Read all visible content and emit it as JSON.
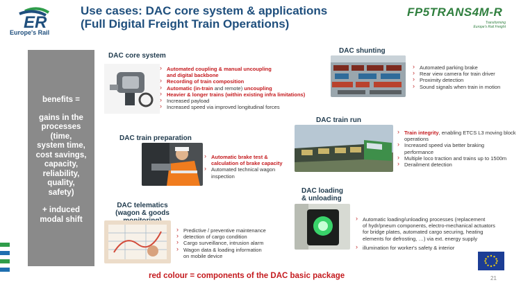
{
  "header": {
    "title_line1": "Use cases: DAC core system & applications",
    "title_line2": "(Full Digital Freight Train Operations)",
    "left_logo_text": "Europe's Rail",
    "right_logo_text": "FP5TRANS4M-R",
    "right_logo_sub1": "Transforming",
    "right_logo_sub2": "Europe's Rail Freight"
  },
  "benefits": {
    "line1": "benefits =",
    "line2": "gains in the",
    "line3": "processes",
    "line4": "(time,",
    "line5": "system time,",
    "line6": "cost savings,",
    "line7": "capacity,",
    "line8": "reliability,",
    "line9": "quality,",
    "line10": "safety)",
    "line11": "+ induced",
    "line12": "modal shift"
  },
  "core": {
    "title": "DAC core system",
    "i1a": "Automated coupling & manual uncoupling",
    "i1b": "and digital backbone",
    "i2": "Recording of train composition",
    "i3a": "Automatic (in-train",
    "i3b": " and remote) ",
    "i3c": "uncoupling",
    "i4": "Heavier & longer trains (within existing infra limitations)",
    "i5": "Increased payload",
    "i6": "Increased speed via improved longitudinal forces"
  },
  "shunting": {
    "title": "DAC shunting",
    "items": [
      "Automated parking brake",
      "Rear view camera for train driver",
      "Proximity detection",
      "Sound signals when train in motion"
    ]
  },
  "run": {
    "title": "DAC train run",
    "i1a": "Train integrity",
    "i1b": ", enabling ETCS L3 moving block",
    "i1c": "operations",
    "i2a": "Increased speed via better braking",
    "i2b": "performance",
    "i3": "Multiple loco traction and trains up to 1500m",
    "i4": "Derailment detection"
  },
  "prep": {
    "title": "DAC train preparation",
    "i1a": "Automatic brake test &",
    "i1b": "calculation of brake capacity",
    "i2a": "Automated technical wagon",
    "i2b": "inspection"
  },
  "loading": {
    "title1": "DAC loading",
    "title2": "& unloading",
    "i1a": "Automatic loading/unloading processes (replacement",
    "i1b": "of hydr/pneum components, electro-mechanical actuators",
    "i1c": "for bridge plates, automated cargo securing, heating",
    "i1d": "elements for defrosting, …) via ext. energy supply",
    "i2": "illumination for worker's safety & interior"
  },
  "telematics": {
    "title1": "DAC telematics",
    "title2": "(wagon & goods monitoring)",
    "i1": "Predictive / preventive maintenance",
    "i2": "detection of cargo condition",
    "i3": "Cargo surveillance, intrusion alarm",
    "i4a": "Wagon data & loading information",
    "i4b": "on mobile device"
  },
  "footer_note": "red colour = components of the DAC basic package",
  "page_number": "21",
  "colors": {
    "title": "#1f4f7d",
    "red": "#c41a1e",
    "benefits_bg": "#8a8a8a",
    "logo_green": "#2f7f3e"
  }
}
